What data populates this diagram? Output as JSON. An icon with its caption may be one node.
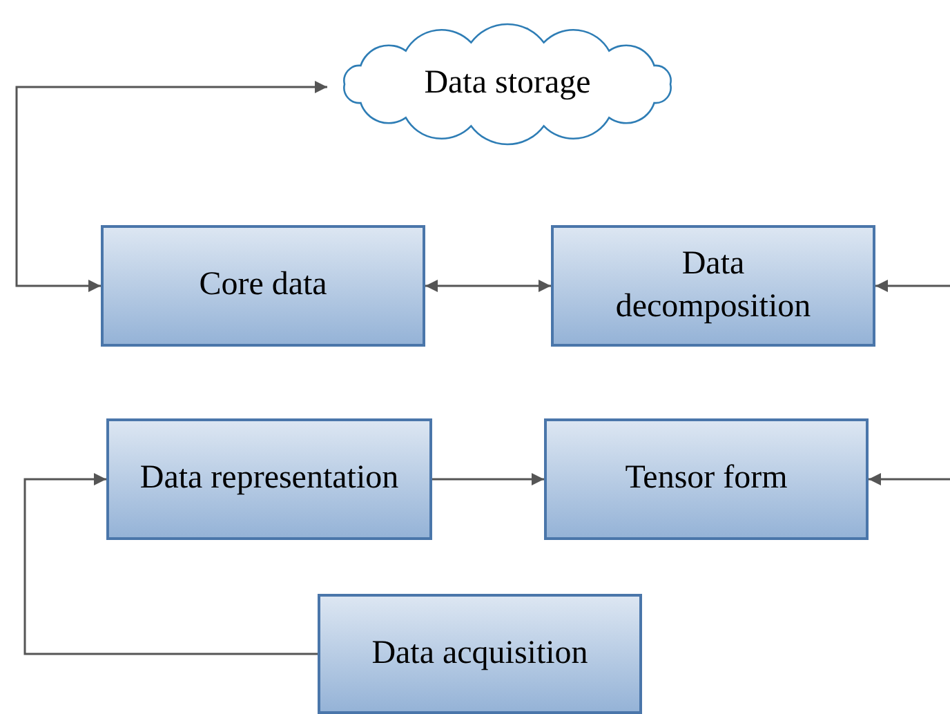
{
  "diagram": {
    "nodes": [
      {
        "text": [
          "Data storage"
        ]
      },
      {
        "text": [
          "Core data"
        ]
      },
      {
        "text": [
          "Data decomposition"
        ]
      },
      {
        "text": [
          "Data representation"
        ]
      },
      {
        "text": [
          "Tensor form"
        ]
      },
      {
        "text": [
          "Data acquisition"
        ]
      }
    ],
    "edges": [
      {
        "from": 1,
        "to": 0,
        "arrow": "both"
      },
      {
        "from": 1,
        "to": 2,
        "arrow": "both"
      },
      {
        "from": null,
        "to": 2,
        "arrow": "to"
      },
      {
        "from": 3,
        "to": 4,
        "arrow": "to"
      },
      {
        "from": null,
        "to": 4,
        "arrow": "to"
      },
      {
        "from": 5,
        "to": 3,
        "arrow": "to"
      }
    ]
  }
}
